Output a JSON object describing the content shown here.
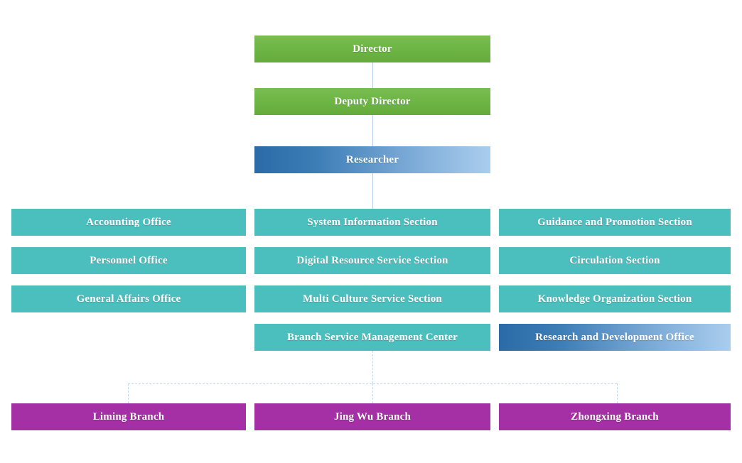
{
  "chart_data": {
    "type": "diagram",
    "title": "Library Organizational Structure Chart",
    "orientation": "top-down hierarchy",
    "columns": 3,
    "levels": [
      {
        "level": 1,
        "nodes": [
          {
            "label": "Director",
            "style": "green"
          }
        ]
      },
      {
        "level": 2,
        "nodes": [
          {
            "label": "Deputy Director",
            "style": "green"
          }
        ]
      },
      {
        "level": 3,
        "nodes": [
          {
            "label": "Researcher",
            "style": "blue-gradient"
          }
        ]
      },
      {
        "level": 4,
        "nodes": [
          {
            "label": "Accounting Office",
            "style": "teal",
            "column": "left"
          },
          {
            "label": "System Information Section",
            "style": "teal",
            "column": "middle"
          },
          {
            "label": "Guidance and Promotion Section",
            "style": "teal",
            "column": "right"
          },
          {
            "label": "Personnel Office",
            "style": "teal",
            "column": "left"
          },
          {
            "label": "Digital Resource Service Section",
            "style": "teal",
            "column": "middle"
          },
          {
            "label": "Circulation Section",
            "style": "teal",
            "column": "right"
          },
          {
            "label": "General Affairs Office",
            "style": "teal",
            "column": "left"
          },
          {
            "label": "Multi Culture Service Section",
            "style": "teal",
            "column": "middle"
          },
          {
            "label": "Knowledge Organization Section",
            "style": "teal",
            "column": "right"
          },
          {
            "label": "Branch Service Management Center",
            "style": "teal",
            "column": "middle"
          },
          {
            "label": "Research and Development Office",
            "style": "blue-gradient",
            "column": "right"
          }
        ]
      },
      {
        "level": 5,
        "nodes": [
          {
            "label": "Liming Branch",
            "style": "purple",
            "column": "left"
          },
          {
            "label": "Jing Wu Branch",
            "style": "purple",
            "column": "middle"
          },
          {
            "label": "Zhongxing Branch",
            "style": "purple",
            "column": "right"
          }
        ]
      }
    ],
    "edges": [
      {
        "from": "Director",
        "to": "Deputy Director",
        "style": "solid"
      },
      {
        "from": "Deputy Director",
        "to": "Researcher",
        "style": "solid"
      },
      {
        "from": "Researcher",
        "to": "System Information Section",
        "style": "solid"
      },
      {
        "from": "Branch Service Management Center",
        "to": "Liming Branch",
        "style": "dashed"
      },
      {
        "from": "Branch Service Management Center",
        "to": "Jing Wu Branch",
        "style": "dashed"
      },
      {
        "from": "Branch Service Management Center",
        "to": "Zhongxing Branch",
        "style": "dashed"
      }
    ],
    "colors": {
      "green": "#6DB544",
      "teal": "#4BBFBD",
      "purple": "#A52FA5",
      "blue_gradient_start": "#2A6AA6",
      "blue_gradient_end": "#AACDEE",
      "connector_solid": "#B7CFE6",
      "connector_dashed": "#C2D8EC",
      "text": "#FFFFFF",
      "background": "#FFFFFF"
    }
  },
  "nodes": {
    "director": "Director",
    "deputy_director": "Deputy Director",
    "researcher": "Researcher",
    "accounting_office": "Accounting Office",
    "personnel_office": "Personnel Office",
    "general_affairs_office": "General Affairs Office",
    "system_information_section": "System Information Section",
    "digital_resource_service_section": "Digital Resource Service Section",
    "multi_culture_service_section": "Multi Culture Service Section",
    "branch_service_management_center": "Branch Service Management Center",
    "guidance_and_promotion_section": "Guidance and Promotion Section",
    "circulation_section": "Circulation Section",
    "knowledge_organization_section": "Knowledge Organization Section",
    "research_and_development_office": "Research and Development Office",
    "liming_branch": "Liming Branch",
    "jing_wu_branch": "Jing Wu Branch",
    "zhongxing_branch": "Zhongxing Branch"
  }
}
